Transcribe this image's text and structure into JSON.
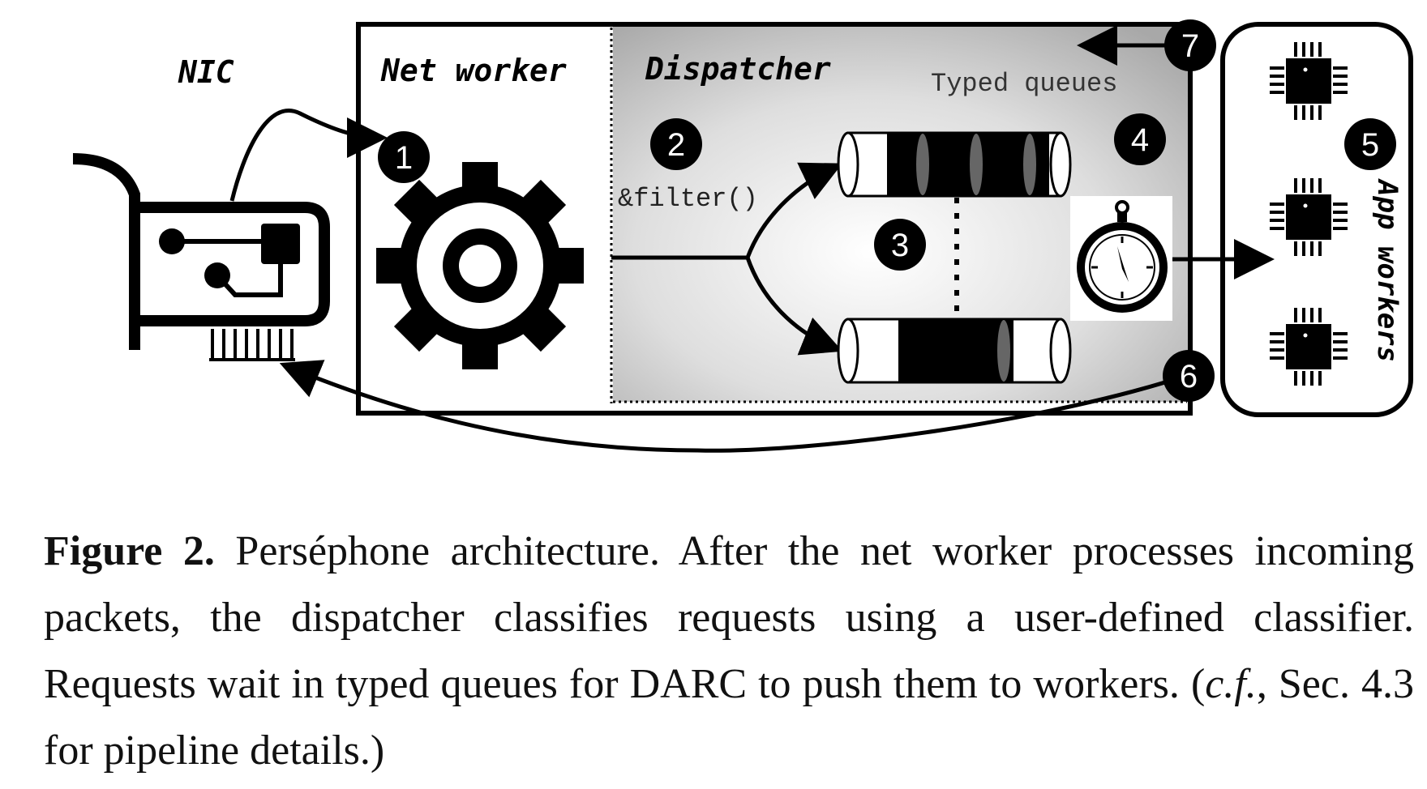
{
  "diagram": {
    "labels": {
      "nic": "NIC",
      "net_worker": "Net worker",
      "dispatcher": "Dispatcher",
      "typed_queues": "Typed queues",
      "filter": "&filter()",
      "app_workers": "App workers"
    },
    "steps": [
      "1",
      "2",
      "3",
      "4",
      "5",
      "6",
      "7"
    ]
  },
  "caption": {
    "figure_label": "Figure 2.",
    "text_main": " Perséphone architecture. After the net worker processes incoming packets, the dispatcher classifies requests using a user-defined classifier. Requests wait in typed queues for DARC to push them to workers. (",
    "text_cf": "c.f.",
    "text_end": ", Sec. 4.3 for pipeline details.)"
  }
}
